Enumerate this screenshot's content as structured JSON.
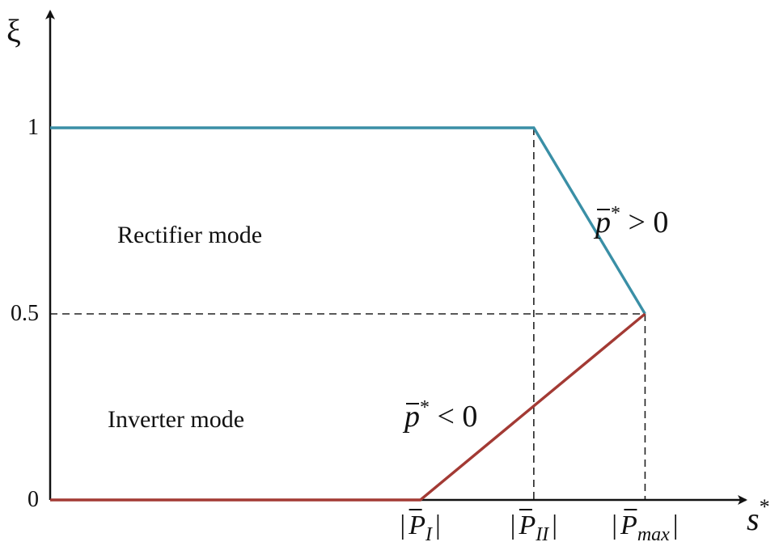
{
  "chart_data": {
    "type": "line",
    "ylabel": "ξ",
    "xlabel": "s",
    "xlabel_sup": "*",
    "y_ticks": [
      {
        "label": "1",
        "value": 1
      },
      {
        "label": "0.5",
        "value": 0.5
      },
      {
        "label": "0",
        "value": 0
      }
    ],
    "x_ticks": [
      {
        "label": "P",
        "sub": "I",
        "value": 3.36
      },
      {
        "label": "P",
        "sub": "II",
        "value": 4.39
      },
      {
        "label": "P",
        "sub": "max",
        "value": 5.4
      }
    ],
    "xlim": [
      0,
      6.3
    ],
    "ylim": [
      0,
      1.3
    ],
    "grid": false,
    "series": [
      {
        "name": "rectifier",
        "color": "#3a8fa6",
        "x": [
          0,
          4.39,
          5.4
        ],
        "y": [
          1,
          1,
          0.5
        ]
      },
      {
        "name": "inverter",
        "color": "#a33a34",
        "x": [
          0,
          3.36,
          5.4
        ],
        "y": [
          0,
          0,
          0.5
        ]
      }
    ],
    "annotations": [
      {
        "text": "Rectifier mode"
      },
      {
        "text": "Inverter mode"
      },
      {
        "text": "p",
        "op": "> 0"
      },
      {
        "text": "p",
        "op": "< 0"
      }
    ]
  }
}
